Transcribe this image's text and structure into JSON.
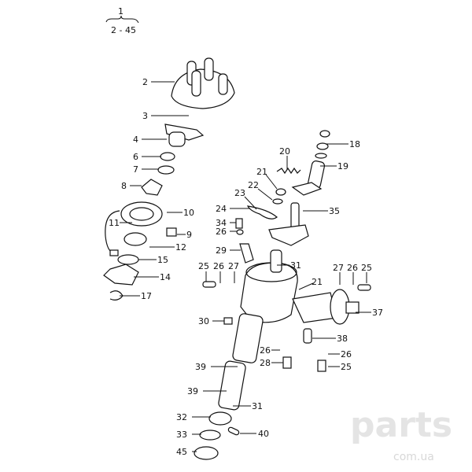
{
  "diagram": {
    "assembly": {
      "number": "1",
      "range": "2 - 45"
    },
    "watermark": "parts com.ua",
    "callouts": [
      "2",
      "3",
      "4",
      "6",
      "7",
      "8",
      "10",
      "11",
      "9",
      "12",
      "15",
      "14",
      "17",
      "18",
      "19",
      "20",
      "21",
      "22",
      "23",
      "24",
      "35",
      "34",
      "26",
      "29",
      "31",
      "25",
      "26",
      "27",
      "21",
      "27",
      "26",
      "25",
      "37",
      "30",
      "38",
      "26",
      "26",
      "28",
      "25",
      "39",
      "39",
      "31",
      "32",
      "33",
      "40",
      "45"
    ]
  }
}
